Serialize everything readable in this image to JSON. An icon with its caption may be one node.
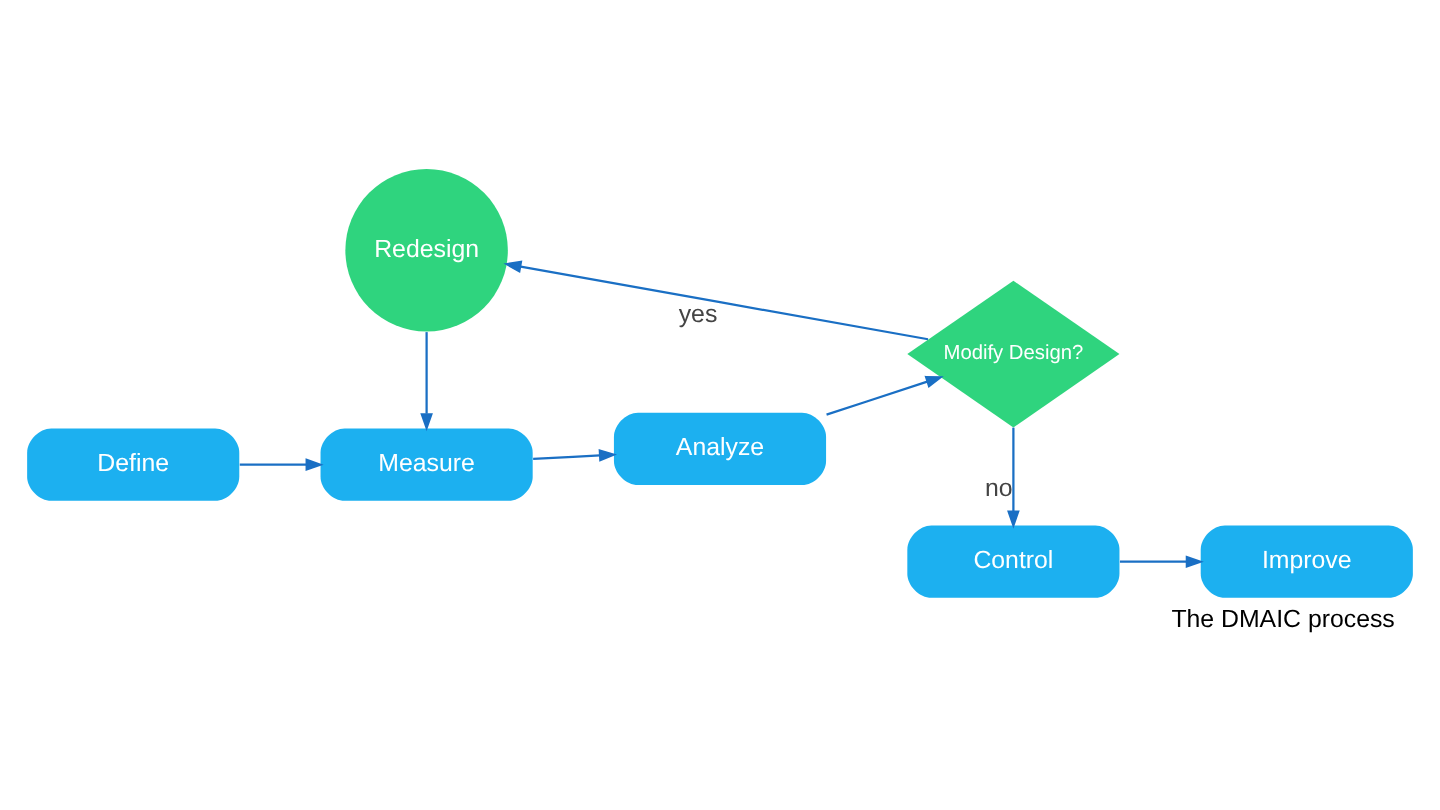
{
  "diagram": {
    "caption": "The DMAIC process",
    "nodes": [
      {
        "text": [
          "Define"
        ]
      },
      {
        "text": [
          "Measure"
        ]
      },
      {
        "text": [
          "Analyze"
        ]
      },
      {
        "text": [
          "Modify Design?"
        ]
      },
      {
        "text": [
          "Redesign"
        ]
      },
      {
        "text": [
          "Control"
        ]
      },
      {
        "text": [
          "Improve"
        ]
      }
    ],
    "edges": [
      {
        "from": 0,
        "to": 1,
        "arrow": "to"
      },
      {
        "from": 1,
        "to": 2,
        "arrow": "to"
      },
      {
        "from": 2,
        "to": 3,
        "arrow": "to"
      },
      {
        "from": 3,
        "to": 4,
        "arrow": "to",
        "label": "yes"
      },
      {
        "from": 4,
        "to": 1,
        "arrow": "to"
      },
      {
        "from": 3,
        "to": 5,
        "arrow": "to",
        "label": "no"
      },
      {
        "from": 5,
        "to": 6,
        "arrow": "to"
      }
    ]
  }
}
